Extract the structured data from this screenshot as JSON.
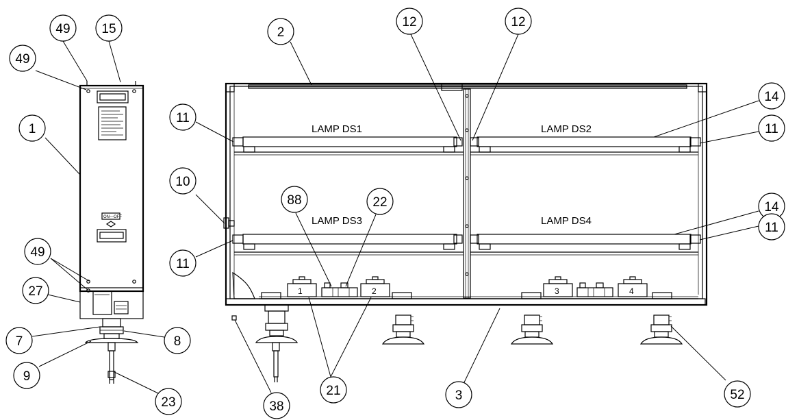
{
  "lamps": [
    {
      "id": "ds1",
      "label": "LAMP DS1"
    },
    {
      "id": "ds2",
      "label": "LAMP DS2"
    },
    {
      "id": "ds3",
      "label": "LAMP DS3"
    },
    {
      "id": "ds4",
      "label": "LAMP DS4"
    }
  ],
  "modules": [
    "1",
    "2",
    "3",
    "4"
  ],
  "side_panel": {
    "switch_label": "ON—OFF"
  },
  "callouts": [
    {
      "id": "c49a",
      "label": "49"
    },
    {
      "id": "c15",
      "label": "15"
    },
    {
      "id": "c49b",
      "label": "49"
    },
    {
      "id": "c1",
      "label": "1"
    },
    {
      "id": "c49c",
      "label": "49"
    },
    {
      "id": "c27",
      "label": "27"
    },
    {
      "id": "c7",
      "label": "7"
    },
    {
      "id": "c8",
      "label": "8"
    },
    {
      "id": "c9",
      "label": "9"
    },
    {
      "id": "c23",
      "label": "23"
    },
    {
      "id": "c2",
      "label": "2"
    },
    {
      "id": "c12a",
      "label": "12"
    },
    {
      "id": "c12b",
      "label": "12"
    },
    {
      "id": "c14a",
      "label": "14"
    },
    {
      "id": "c11a",
      "label": "11"
    },
    {
      "id": "c11b",
      "label": "11"
    },
    {
      "id": "c10",
      "label": "10"
    },
    {
      "id": "c88",
      "label": "88"
    },
    {
      "id": "c22",
      "label": "22"
    },
    {
      "id": "c14b",
      "label": "14"
    },
    {
      "id": "c11c",
      "label": "11"
    },
    {
      "id": "c11d",
      "label": "11"
    },
    {
      "id": "c21",
      "label": "21"
    },
    {
      "id": "c3",
      "label": "3"
    },
    {
      "id": "c52",
      "label": "52"
    },
    {
      "id": "c38",
      "label": "38"
    }
  ]
}
